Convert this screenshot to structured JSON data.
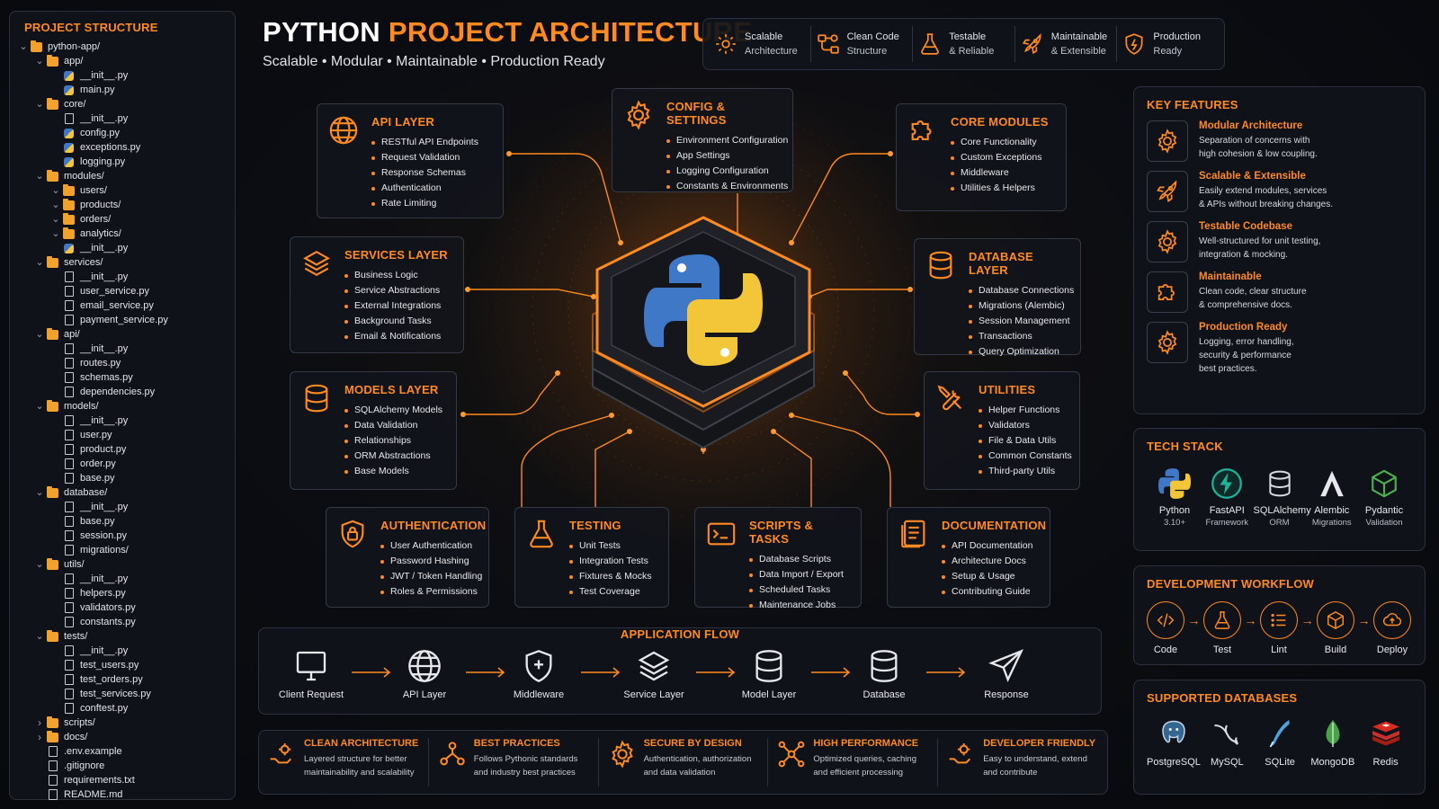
{
  "colors": {
    "accent": "#ff8a1f",
    "python_blue": "#3f78c7",
    "python_yellow": "#f3c63a",
    "background": "#0b0d12"
  },
  "tree": {
    "title": "PROJECT STRUCTURE",
    "items": [
      {
        "label": "python-app/",
        "type": "folder",
        "depth": 0,
        "open": true
      },
      {
        "label": "app/",
        "type": "folder",
        "depth": 1,
        "open": true
      },
      {
        "label": "__init__.py",
        "type": "py",
        "depth": 2
      },
      {
        "label": "main.py",
        "type": "py",
        "depth": 2
      },
      {
        "label": "core/",
        "type": "folder",
        "depth": 1,
        "open": true
      },
      {
        "label": "__init__.py",
        "type": "file",
        "depth": 2
      },
      {
        "label": "config.py",
        "type": "py",
        "depth": 2
      },
      {
        "label": "exceptions.py",
        "type": "py",
        "depth": 2
      },
      {
        "label": "logging.py",
        "type": "py",
        "depth": 2
      },
      {
        "label": "modules/",
        "type": "folder",
        "depth": 1,
        "open": true
      },
      {
        "label": "users/",
        "type": "folder",
        "depth": 2,
        "open": true
      },
      {
        "label": "products/",
        "type": "folder",
        "depth": 2,
        "open": true
      },
      {
        "label": "orders/",
        "type": "folder",
        "depth": 2,
        "open": true
      },
      {
        "label": "analytics/",
        "type": "folder",
        "depth": 2,
        "open": true
      },
      {
        "label": "__init__.py",
        "type": "py",
        "depth": 2
      },
      {
        "label": "services/",
        "type": "folder",
        "depth": 1,
        "open": true
      },
      {
        "label": "__init__.py",
        "type": "file",
        "depth": 2
      },
      {
        "label": "user_service.py",
        "type": "file",
        "depth": 2
      },
      {
        "label": "email_service.py",
        "type": "file",
        "depth": 2
      },
      {
        "label": "payment_service.py",
        "type": "file",
        "depth": 2
      },
      {
        "label": "api/",
        "type": "folder",
        "depth": 1,
        "open": true
      },
      {
        "label": "__init__.py",
        "type": "file",
        "depth": 2
      },
      {
        "label": "routes.py",
        "type": "file",
        "depth": 2
      },
      {
        "label": "schemas.py",
        "type": "file",
        "depth": 2
      },
      {
        "label": "dependencies.py",
        "type": "file",
        "depth": 2
      },
      {
        "label": "models/",
        "type": "folder",
        "depth": 1,
        "open": true
      },
      {
        "label": "__init__.py",
        "type": "file",
        "depth": 2
      },
      {
        "label": "user.py",
        "type": "file",
        "depth": 2
      },
      {
        "label": "product.py",
        "type": "file",
        "depth": 2
      },
      {
        "label": "order.py",
        "type": "file",
        "depth": 2
      },
      {
        "label": "base.py",
        "type": "file",
        "depth": 2
      },
      {
        "label": "database/",
        "type": "folder",
        "depth": 1,
        "open": true
      },
      {
        "label": "__init__.py",
        "type": "file",
        "depth": 2
      },
      {
        "label": "base.py",
        "type": "file",
        "depth": 2
      },
      {
        "label": "session.py",
        "type": "file",
        "depth": 2
      },
      {
        "label": "migrations/",
        "type": "file",
        "depth": 2
      },
      {
        "label": "utils/",
        "type": "folder",
        "depth": 1,
        "open": true
      },
      {
        "label": "__init__.py",
        "type": "file",
        "depth": 2
      },
      {
        "label": "helpers.py",
        "type": "file",
        "depth": 2
      },
      {
        "label": "validators.py",
        "type": "file",
        "depth": 2
      },
      {
        "label": "constants.py",
        "type": "file",
        "depth": 2
      },
      {
        "label": "tests/",
        "type": "folder",
        "depth": 1,
        "open": true
      },
      {
        "label": "__init__.py",
        "type": "file",
        "depth": 2
      },
      {
        "label": "test_users.py",
        "type": "file",
        "depth": 2
      },
      {
        "label": "test_orders.py",
        "type": "file",
        "depth": 2
      },
      {
        "label": "test_services.py",
        "type": "file",
        "depth": 2
      },
      {
        "label": "conftest.py",
        "type": "file",
        "depth": 2
      },
      {
        "label": "scripts/",
        "type": "folder",
        "depth": 1,
        "open": false
      },
      {
        "label": "docs/",
        "type": "folder",
        "depth": 1,
        "open": false
      },
      {
        "label": ".env.example",
        "type": "file",
        "depth": 1
      },
      {
        "label": ".gitignore",
        "type": "file",
        "depth": 1
      },
      {
        "label": "requirements.txt",
        "type": "file",
        "depth": 1
      },
      {
        "label": "README.md",
        "type": "file",
        "depth": 1
      }
    ]
  },
  "header": {
    "title_white": "PYTHON",
    "title_orange": "PROJECT ARCHITECTURE",
    "subtitle": "Scalable • Modular • Maintainable • Production Ready"
  },
  "badges": [
    {
      "icon": "gear-icon",
      "line1": "Scalable",
      "line2": "Architecture"
    },
    {
      "icon": "nodes-icon",
      "line1": "Clean Code",
      "line2": "Structure"
    },
    {
      "icon": "flask-icon",
      "line1": "Testable",
      "line2": "& Reliable"
    },
    {
      "icon": "rocket-icon",
      "line1": "Maintainable",
      "line2": "& Extensible"
    },
    {
      "icon": "shield-icon",
      "line1": "Production",
      "line2": "Ready"
    }
  ],
  "layers": {
    "api": {
      "title": "API LAYER",
      "icon": "globe-icon",
      "items": [
        "RESTful API Endpoints",
        "Request Validation",
        "Response Schemas",
        "Authentication",
        "Rate Limiting"
      ]
    },
    "config": {
      "title": "CONFIG & SETTINGS",
      "icon": "gear-icon",
      "items": [
        "Environment Configuration",
        "App Settings",
        "Logging Configuration",
        "Constants & Environments"
      ]
    },
    "core": {
      "title": "CORE MODULES",
      "icon": "puzzle-icon",
      "items": [
        "Core Functionality",
        "Custom Exceptions",
        "Middleware",
        "Utilities & Helpers"
      ]
    },
    "services": {
      "title": "SERVICES LAYER",
      "icon": "layers-icon",
      "items": [
        "Business Logic",
        "Service Abstractions",
        "External Integrations",
        "Background Tasks",
        "Email & Notifications"
      ]
    },
    "database": {
      "title": "DATABASE LAYER",
      "icon": "database-icon",
      "items": [
        "Database Connections",
        "Migrations (Alembic)",
        "Session Management",
        "Transactions",
        "Query Optimization"
      ]
    },
    "models": {
      "title": "MODELS LAYER",
      "icon": "database-icon",
      "items": [
        "SQLAlchemy Models",
        "Data Validation",
        "Relationships",
        "ORM Abstractions",
        "Base Models"
      ]
    },
    "utilities": {
      "title": "UTILITIES",
      "icon": "tools-icon",
      "items": [
        "Helper Functions",
        "Validators",
        "File & Data Utils",
        "Common Constants",
        "Third-party Utils"
      ]
    },
    "auth": {
      "title": "AUTHENTICATION",
      "icon": "lock-icon",
      "items": [
        "User Authentication",
        "Password Hashing",
        "JWT / Token Handling",
        "Roles & Permissions"
      ]
    },
    "testing": {
      "title": "TESTING",
      "icon": "flask-icon",
      "items": [
        "Unit Tests",
        "Integration Tests",
        "Fixtures & Mocks",
        "Test Coverage"
      ]
    },
    "scripts": {
      "title": "SCRIPTS & TASKS",
      "icon": "terminal-icon",
      "items": [
        "Database Scripts",
        "Data Import / Export",
        "Scheduled Tasks",
        "Maintenance Jobs"
      ]
    },
    "docs": {
      "title": "DOCUMENTATION",
      "icon": "document-icon",
      "items": [
        "API Documentation",
        "Architecture Docs",
        "Setup & Usage",
        "Contributing Guide"
      ]
    }
  },
  "flow": {
    "title": "APPLICATION FLOW",
    "steps": [
      {
        "label": "Client Request",
        "icon": "monitor-icon"
      },
      {
        "label": "API Layer",
        "icon": "globe-icon"
      },
      {
        "label": "Middleware",
        "icon": "shield-icon"
      },
      {
        "label": "Service Layer",
        "icon": "layers-icon"
      },
      {
        "label": "Model Layer",
        "icon": "database-icon"
      },
      {
        "label": "Database",
        "icon": "database-icon"
      },
      {
        "label": "Response",
        "icon": "paper-plane-icon"
      }
    ]
  },
  "principles": [
    {
      "icon": "hand-gear-icon",
      "title": "CLEAN ARCHITECTURE",
      "desc1": "Layered structure for better",
      "desc2": "maintainability and scalability"
    },
    {
      "icon": "nodes-icon",
      "title": "BEST PRACTICES",
      "desc1": "Follows Pythonic standards",
      "desc2": "and industry best practices"
    },
    {
      "icon": "gear-icon",
      "title": "SECURE BY DESIGN",
      "desc1": "Authentication, authorization",
      "desc2": "and data validation"
    },
    {
      "icon": "network-icon",
      "title": "HIGH PERFORMANCE",
      "desc1": "Optimized queries, caching",
      "desc2": "and efficient processing"
    },
    {
      "icon": "hand-gear-icon",
      "title": "DEVELOPER FRIENDLY",
      "desc1": "Easy to understand, extend",
      "desc2": "and contribute"
    }
  ],
  "features": {
    "title": "KEY FEATURES",
    "items": [
      {
        "icon": "gear-icon",
        "title": "Modular Architecture",
        "desc1": "Separation of concerns with",
        "desc2": "high cohesion & low coupling.",
        "desc3": ""
      },
      {
        "icon": "rocket-icon",
        "title": "Scalable & Extensible",
        "desc1": "Easily extend modules, services",
        "desc2": "& APIs without breaking changes.",
        "desc3": ""
      },
      {
        "icon": "gear-icon",
        "title": "Testable Codebase",
        "desc1": "Well-structured for unit testing,",
        "desc2": "integration & mocking.",
        "desc3": ""
      },
      {
        "icon": "puzzle-icon",
        "title": "Maintainable",
        "desc1": "Clean code, clear structure",
        "desc2": "& comprehensive docs.",
        "desc3": ""
      },
      {
        "icon": "gear-icon",
        "title": "Production Ready",
        "desc1": "Logging, error handling,",
        "desc2": "security & performance",
        "desc3": "best practices."
      }
    ]
  },
  "tech": {
    "title": "TECH STACK",
    "items": [
      {
        "icon": "python-icon",
        "name": "Python",
        "sub": "3.10+"
      },
      {
        "icon": "fastapi-icon",
        "name": "FastAPI",
        "sub": "Framework"
      },
      {
        "icon": "database-icon",
        "name": "SQLAlchemy",
        "sub": "ORM"
      },
      {
        "icon": "alembic-icon",
        "name": "Alembic",
        "sub": "Migrations"
      },
      {
        "icon": "cube-icon",
        "name": "Pydantic",
        "sub": "Validation"
      }
    ]
  },
  "workflow": {
    "title": "DEVELOPMENT WORKFLOW",
    "steps": [
      {
        "icon": "code-icon",
        "label": "Code"
      },
      {
        "icon": "flask-icon",
        "label": "Test"
      },
      {
        "icon": "list-icon",
        "label": "Lint"
      },
      {
        "icon": "cube-icon",
        "label": "Build"
      },
      {
        "icon": "cloud-upload-icon",
        "label": "Deploy"
      }
    ]
  },
  "databases": {
    "title": "SUPPORTED DATABASES",
    "items": [
      {
        "icon": "postgresql-icon",
        "name": "PostgreSQL"
      },
      {
        "icon": "mysql-icon",
        "name": "MySQL"
      },
      {
        "icon": "sqlite-icon",
        "name": "SQLite"
      },
      {
        "icon": "mongodb-icon",
        "name": "MongoDB"
      },
      {
        "icon": "redis-icon",
        "name": "Redis"
      }
    ]
  }
}
